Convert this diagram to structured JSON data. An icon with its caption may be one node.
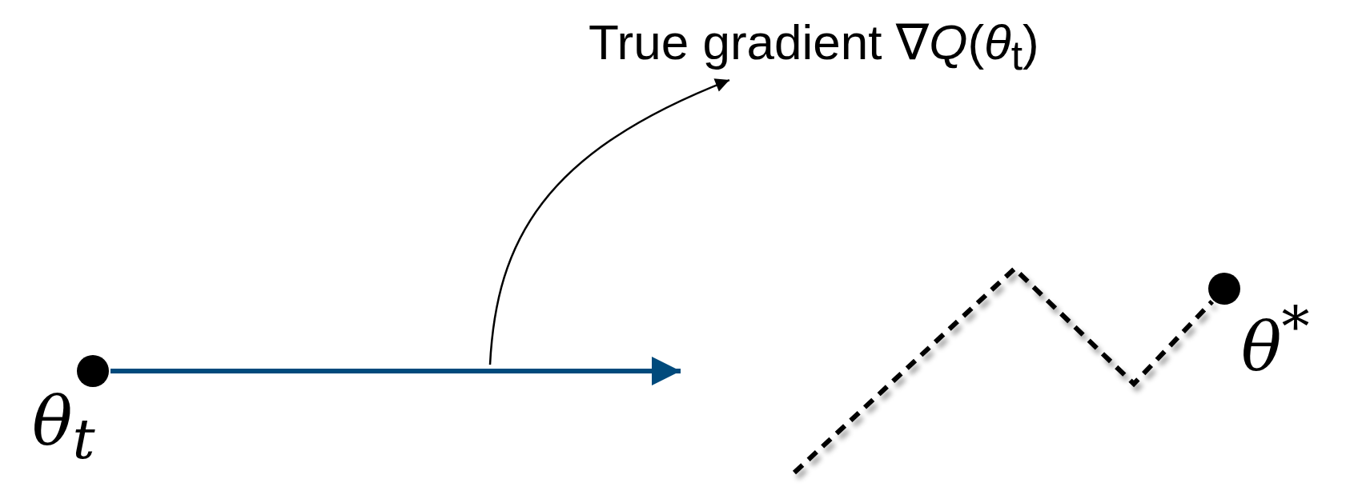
{
  "diagram": {
    "nodes": [
      {
        "text": [],
        "shape": "circle",
        "beside": [
          "θ$_{t}$"
        ]
      },
      {
        "text": [],
        "shape": "circle",
        "beside": [
          "θ$^{*}$"
        ]
      },
      {
        "text": [
          "True gradient ∇*Q*(*θ*$_{t}$)"
        ]
      }
    ],
    "edges": [
      {
        "from": 0,
        "to": null,
        "arrow": "to",
        "color": "#004a7c"
      },
      {
        "from": null,
        "to": 1,
        "arrow": "none",
        "style": "dashed"
      },
      {
        "from": null,
        "to": 2,
        "arrow": "to"
      }
    ]
  }
}
